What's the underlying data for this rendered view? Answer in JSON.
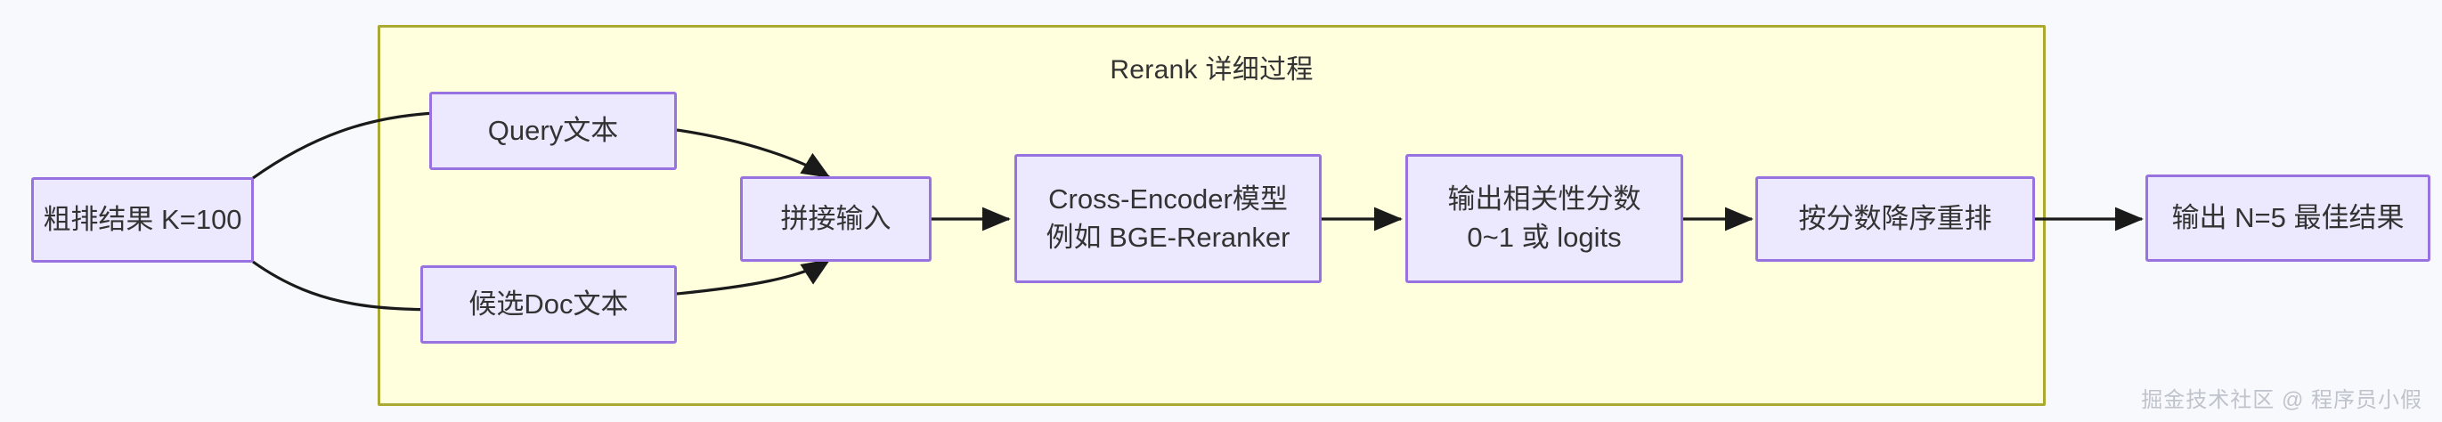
{
  "diagram": {
    "type": "flowchart",
    "direction": "left-to-right",
    "background_color": "#F8F9FC",
    "node_fill": "#ECE8FD",
    "node_stroke": "#9772E0",
    "subgraph_fill": "#FFFFDE",
    "subgraph_stroke": "#AAAA33",
    "edge_color": "#1A1A1A"
  },
  "subgraph": {
    "title": "Rerank 详细过程"
  },
  "nodes": {
    "coarse_result": {
      "label": "粗排结果 K=100"
    },
    "query_text": {
      "label": "Query文本"
    },
    "candidate_doc_text": {
      "label": "候选Doc文本"
    },
    "concat_input": {
      "label": "拼接输入"
    },
    "cross_encoder": {
      "line1": "Cross-Encoder模型",
      "line2": "例如 BGE-Reranker"
    },
    "relevance_score": {
      "line1": "输出相关性分数",
      "line2": "0~1 或 logits"
    },
    "reorder": {
      "label": "按分数降序重排"
    },
    "final_output": {
      "label": "输出 N=5 最佳结果"
    }
  },
  "edges": [
    {
      "from": "coarse_result",
      "to": "query_text",
      "style": "curved-arrow"
    },
    {
      "from": "coarse_result",
      "to": "candidate_doc_text",
      "style": "curved-arrow"
    },
    {
      "from": "query_text",
      "to": "concat_input",
      "style": "curved-arrow"
    },
    {
      "from": "candidate_doc_text",
      "to": "concat_input",
      "style": "curved-arrow"
    },
    {
      "from": "concat_input",
      "to": "cross_encoder",
      "style": "straight-arrow"
    },
    {
      "from": "cross_encoder",
      "to": "relevance_score",
      "style": "straight-arrow"
    },
    {
      "from": "relevance_score",
      "to": "reorder",
      "style": "straight-arrow"
    },
    {
      "from": "reorder",
      "to": "final_output",
      "style": "straight-arrow"
    }
  ],
  "watermark": {
    "text": "掘金技术社区 @ 程序员小假"
  }
}
